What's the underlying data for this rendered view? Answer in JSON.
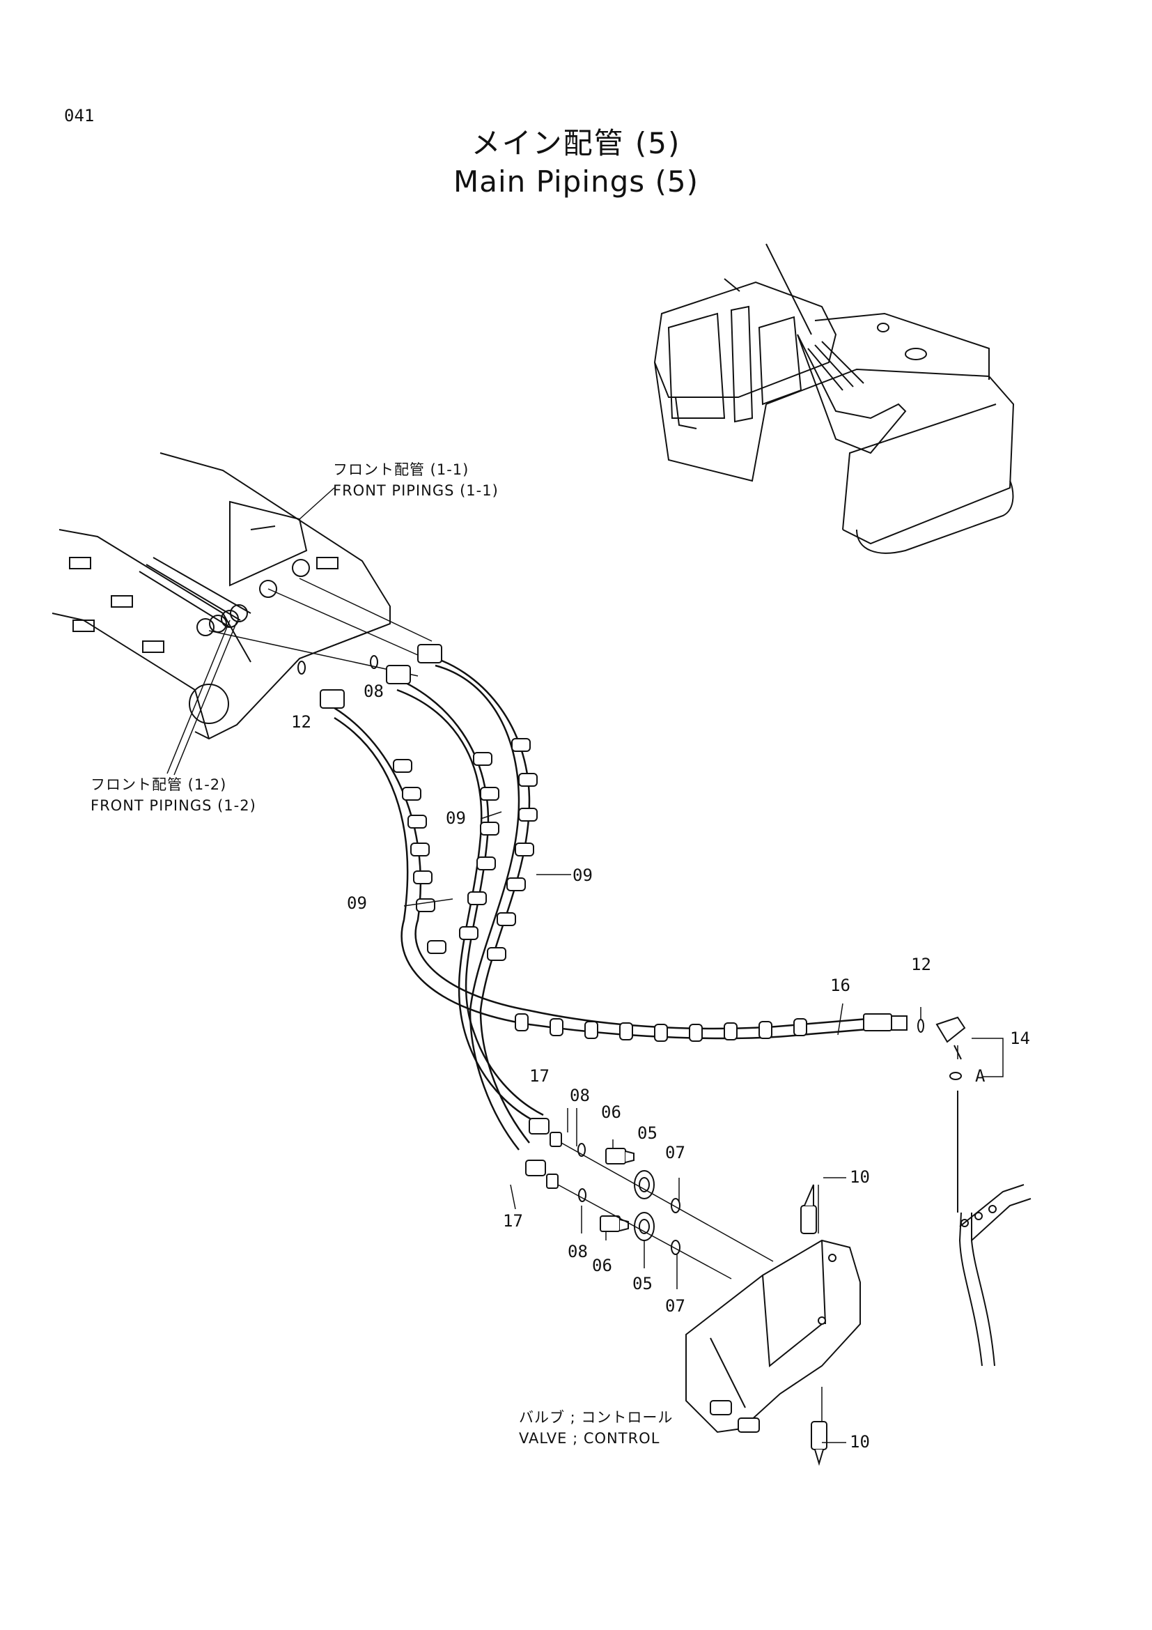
{
  "page_number": "041",
  "title_jp": "メイン配管 (5)",
  "title_en": "Main Pipings (5)",
  "references": {
    "front_1_1_jp": "フロント配管 (1-1)",
    "front_1_1_en": "FRONT PIPINGS (1-1)",
    "front_1_2_jp": "フロント配管 (1-2)",
    "front_1_2_en": "FRONT PIPINGS (1-2)",
    "valve_jp": "バルブ ; コントロール",
    "valve_en": "VALVE ; CONTROL"
  },
  "callouts": {
    "c08a": "08",
    "c12a": "12",
    "c09a": "09",
    "c09b": "09",
    "c09c": "09",
    "c16": "16",
    "c12b": "12",
    "c14": "14",
    "cA": "A",
    "c17a": "17",
    "c08b": "08",
    "c06a": "06",
    "c05a": "05",
    "c07a": "07",
    "c10a": "10",
    "c17b": "17",
    "c08c": "08",
    "c06b": "06",
    "c05b": "05",
    "c07b": "07",
    "c10b": "10"
  }
}
